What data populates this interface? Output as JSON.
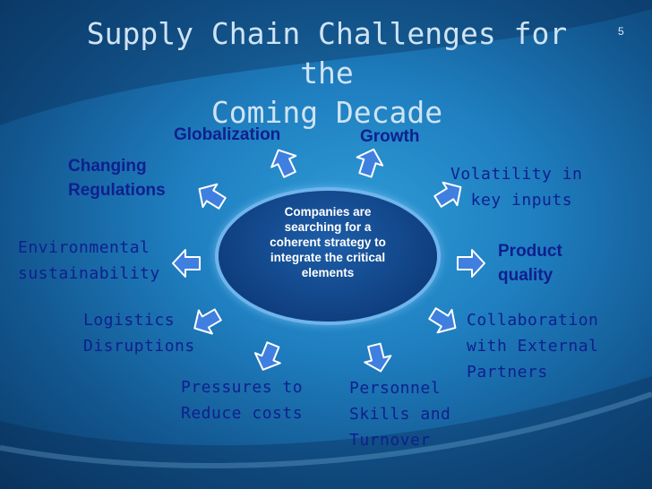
{
  "slide": {
    "title": "Supply Chain Challenges for the\nComing Decade",
    "number": "5"
  },
  "hub": {
    "text": "Companies are\nsearching for a\ncoherent strategy to\nintegrate the critical\nelements"
  },
  "factors": {
    "globalization": "Globalization",
    "growth": "Growth",
    "changing_regulations": "Changing\nRegulations",
    "volatility": "Volatility in\n  key inputs",
    "environmental": "Environmental\nsustainability",
    "product_quality": "Product\nquality",
    "logistics": "Logistics\nDisruptions",
    "collaboration": "Collaboration\nwith External\nPartners",
    "pressures": "Pressures to\nReduce costs",
    "personnel": "Personnel\nSkills and\nTurnover"
  },
  "colors": {
    "label_text": "#0f1f8f",
    "arrow_fill": "#3f7fe0",
    "hub_fill": "#0f3f80",
    "hub_glow": "#6fb4ec"
  },
  "icons": {
    "arrow": "block-arrow-icon"
  }
}
